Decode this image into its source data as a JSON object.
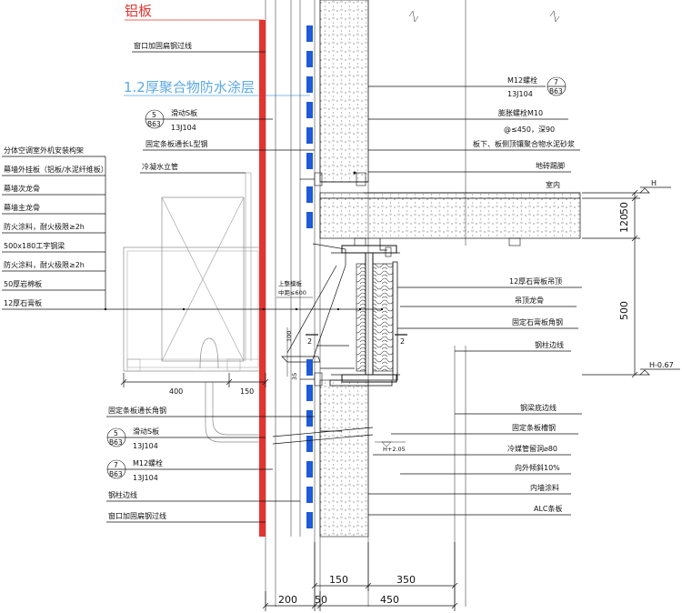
{
  "colors": {
    "aluminum": "#e3342f",
    "waterproof": "#1f5bd8",
    "waterproof_title": "#5aa9e6",
    "line": "#111111"
  },
  "titles": {
    "aluminum": "铝板",
    "waterproof": "1.2厚聚合物防水涂层"
  },
  "left_top_labels": {
    "window_steel": "窗口加固扁钢过线",
    "slide_s": "滑动S板",
    "fix_l": "固定条板通长L型钢",
    "cond_pipe": "冷凝水立管"
  },
  "left_stack": [
    "分体空调室外机安装构架",
    "幕墙外挂板（铝板/水泥纤维板）",
    "幕墙次龙骨",
    "幕墙主龙骨",
    "防火涂料，耐火极限≥2h",
    "500x180工字钢梁",
    "防火涂料，耐火极限≥2h",
    "50厚岩棉板",
    "12厚石膏板"
  ],
  "left_bottom_labels": {
    "fix_angle": "固定条板通长角钢",
    "slide_s": "滑动S板",
    "bolt": "M12螺栓",
    "col_line": "钢柱边线",
    "window_steel": "窗口加固扁钢过线"
  },
  "refs": {
    "r5_num": "5",
    "r5_sheet": "B63",
    "r7_num": "7",
    "r7_sheet": "B63",
    "atlas": "13J104"
  },
  "right_labels": {
    "bolt": "M12螺栓",
    "atlas": "13J104",
    "expansion_bolt": "膨胀螺栓M10",
    "spacing": "@≤450，深90",
    "slab_mortar": "板下、板侧顶镶聚合物水泥砂浆",
    "skirting": "地砖踢脚",
    "indoor": "室内",
    "gypsum_ceiling": "12厚石膏板吊顶",
    "ceiling_keel": "吊顶龙骨",
    "gypsum_angle": "固定石膏板角钢",
    "col_line": "钢柱边线",
    "beam_line": "钢梁底边线",
    "slot_steel": "固定条板槽钢",
    "sleeve": "冷媒管留洞⌀80",
    "slope": "向外倾斜10%",
    "paint": "内墙涂料",
    "alc": "ALC条板"
  },
  "center_labels": {
    "keel_1": "上整模板",
    "keel_2": "中距≤600",
    "section_mark": "2",
    "elev_small_1": "35",
    "elev_small_2": "100",
    "elev_h205": "H+2.05"
  },
  "dims": {
    "left_400": "400",
    "left_150": "150",
    "bottom_150": "150",
    "bottom_350": "350",
    "bottom_200": "200",
    "bottom_50": "50",
    "bottom_450": "450",
    "v_50": "50",
    "v_120": "120",
    "v_500": "500",
    "elev_h": "H",
    "elev_h067": "H-0.67"
  }
}
